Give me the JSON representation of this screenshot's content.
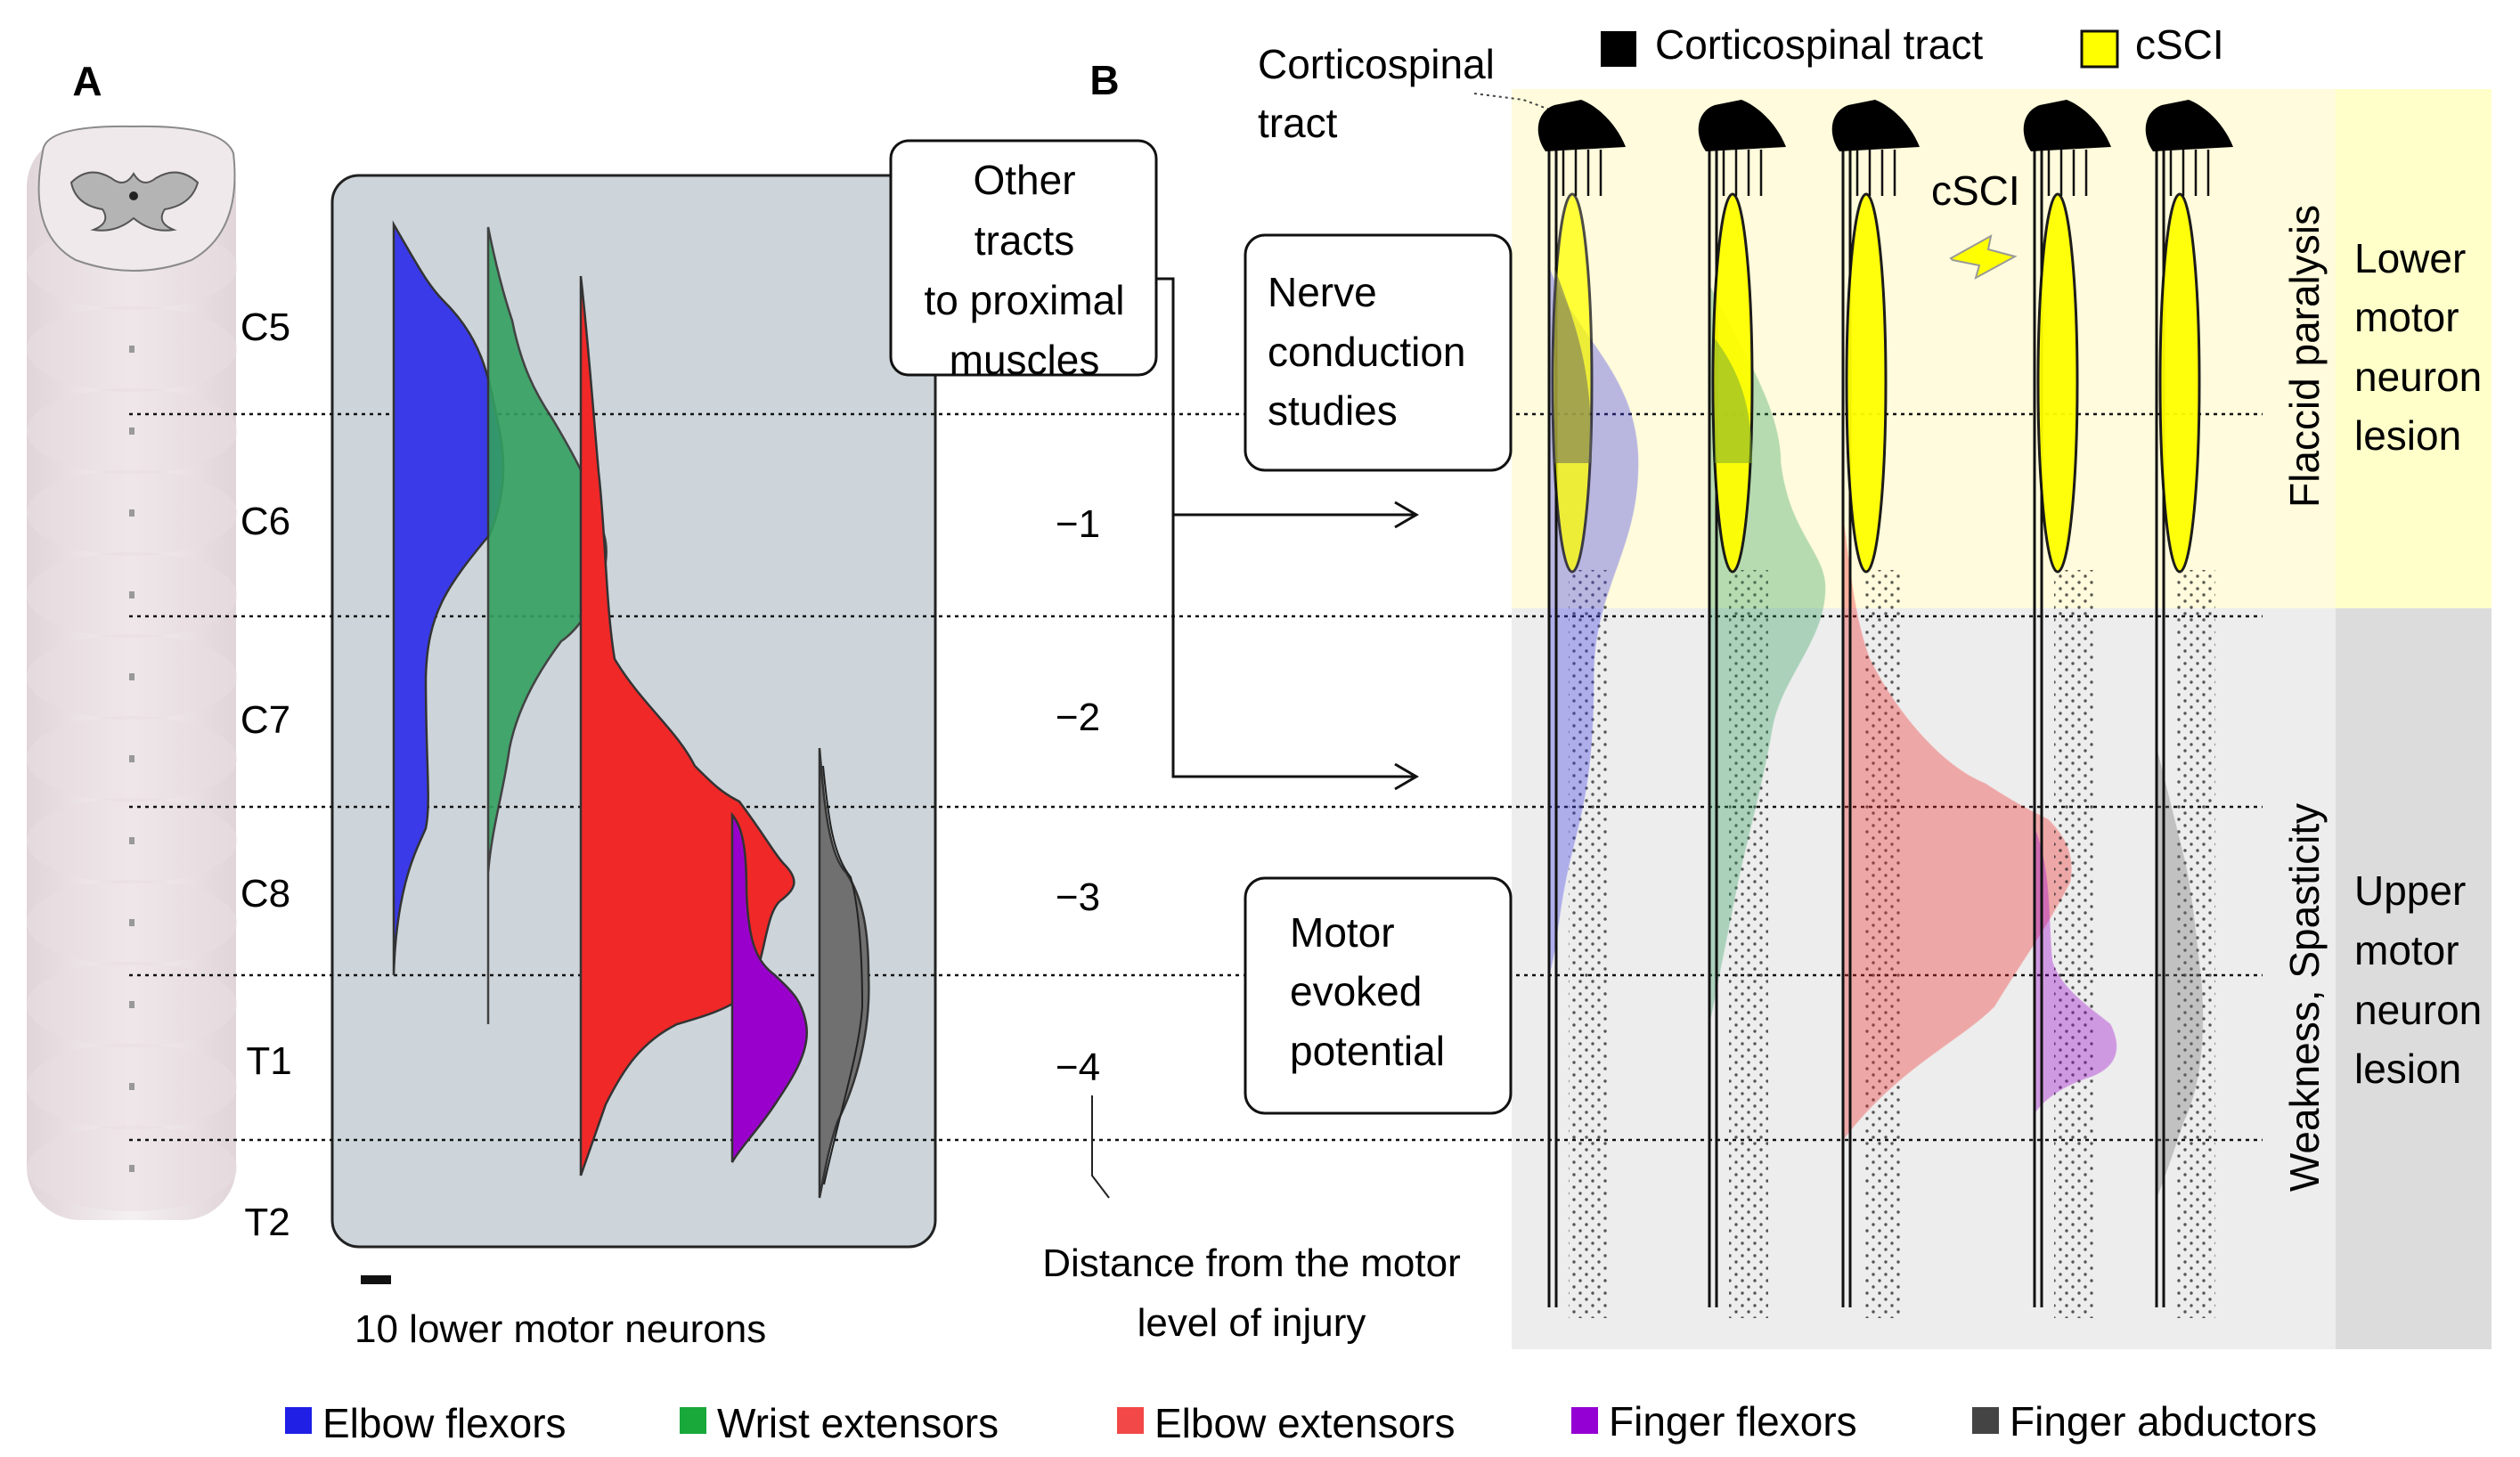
{
  "panel_labels": {
    "a": "A",
    "b": "B"
  },
  "segments": [
    "C5",
    "C6",
    "C7",
    "C8",
    "T1",
    "T2"
  ],
  "distances": [
    "−1",
    "−2",
    "−3",
    "−4"
  ],
  "scale_label": "10 lower motor neurons",
  "distance_caption": [
    "Distance from the motor",
    "level of injury"
  ],
  "boxes": {
    "other_tracts": [
      "Other",
      "tracts",
      "to proximal",
      "muscles"
    ],
    "nerve_conduction": [
      "Nerve",
      "conduction",
      "studies"
    ],
    "motor_evoked": [
      "Motor",
      "evoked",
      "potential"
    ]
  },
  "corticospinal_label": [
    "Corticospinal",
    "tract"
  ],
  "cSCI_label": "cSCI",
  "top_legend": [
    {
      "label": "Corticospinal tract",
      "color": "#000000"
    },
    {
      "label": "cSCI",
      "color": "#ffff00"
    }
  ],
  "side": {
    "flaccid": "Flaccid paralysis",
    "weakness": "Weakness, Spasticity",
    "lower": [
      "Lower",
      "motor",
      "neuron",
      "lesion"
    ],
    "upper": [
      "Upper",
      "motor",
      "neuron",
      "lesion"
    ]
  },
  "muscle_legend": [
    {
      "label": "Elbow flexors",
      "color": "#1f1fe6"
    },
    {
      "label": "Wrist extensors",
      "color": "#19a83a"
    },
    {
      "label": "Elbow extensors",
      "color": "#f24848"
    },
    {
      "label": "Finger flexors",
      "color": "#9400d3"
    },
    {
      "label": "Finger abductors",
      "color": "#444444"
    }
  ],
  "colors": {
    "elbow_flexors": "#3a3ae8",
    "wrist_extensors": "#33a060",
    "elbow_extensors": "#f02828",
    "finger_flexors": "#9a00cc",
    "finger_abductors": "#707070",
    "panel_bg": "#cdd5da",
    "flaccid_zone": "#fffbdc",
    "weak_zone": "#ededed",
    "cSCI": "#ffff00"
  }
}
